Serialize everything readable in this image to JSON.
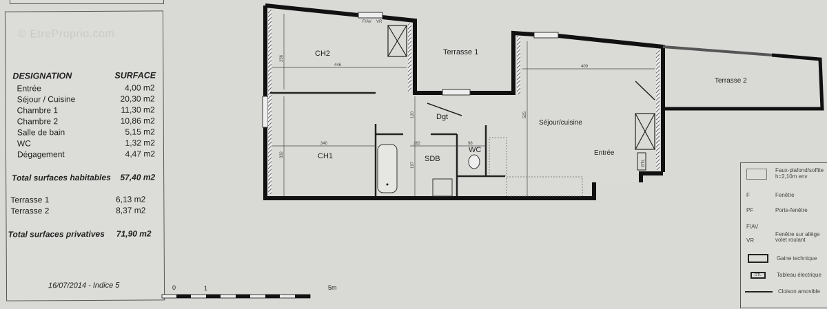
{
  "watermark": "© EtreProprio.com",
  "table": {
    "col_designation": "DESIGNATION",
    "col_surface": "SURFACE",
    "rooms": [
      {
        "name": "Entrée",
        "surface": "4,00 m2"
      },
      {
        "name": "Séjour / Cuisine",
        "surface": "20,30 m2"
      },
      {
        "name": "Chambre 1",
        "surface": "11,30 m2"
      },
      {
        "name": "Chambre 2",
        "surface": "10,86 m2"
      },
      {
        "name": "Salle de bain",
        "surface": "5,15 m2"
      },
      {
        "name": "WC",
        "surface": "1,32 m2"
      },
      {
        "name": "Dégagement",
        "surface": "4,47 m2"
      }
    ],
    "total_habitable_label": "Total surfaces habitables",
    "total_habitable_value": "57,40 m2",
    "terraces": [
      {
        "name": "Terrasse 1",
        "surface": "6,13 m2"
      },
      {
        "name": "Terrasse 2",
        "surface": "8,37 m2"
      }
    ],
    "total_private_label": "Total surfaces privatives",
    "total_private_value": "71,90 m2",
    "date": "16/07/2014 - Indice 5"
  },
  "scale": {
    "start": "0",
    "one": "1",
    "end": "5m"
  },
  "plan": {
    "rooms": {
      "ch2": "CH2",
      "ch1": "CH1",
      "terrasse1": "Terrasse 1",
      "terrasse2": "Terrasse 2",
      "dgt": "Dgt",
      "sdb": "SDB",
      "wc": "WC",
      "sejour": "Séjour/cuisine",
      "entree": "Entrée",
      "gtl": "GTL"
    },
    "dimensions": {
      "ch2_h": "256",
      "ch2_w": "446",
      "ch1_w": "340",
      "ch1_h": "332",
      "dgt_h": "120",
      "sdb_w": "262",
      "wc_w": "98",
      "sdb_h": "197",
      "sejour_w": "409",
      "sejour_h": "525"
    },
    "window_marks": {
      "fav": "F/AV",
      "vr": "VR"
    }
  },
  "legend": {
    "items": [
      {
        "symbol": "",
        "label": "Faux-plafond/soffite h=2,10m env"
      },
      {
        "symbol": "F",
        "label": "Fenêtre"
      },
      {
        "symbol": "PF",
        "label": "Porte-fenêtre"
      },
      {
        "symbol": "F/AV",
        "label": ""
      },
      {
        "symbol": "VR",
        "label": "Fenêtre sur allège volet roulant"
      },
      {
        "symbol": "",
        "label": "Gaine technique"
      },
      {
        "symbol": "GTL",
        "label": "Tableau électrique"
      },
      {
        "symbol": "",
        "label": "Cloison amovible"
      }
    ]
  }
}
